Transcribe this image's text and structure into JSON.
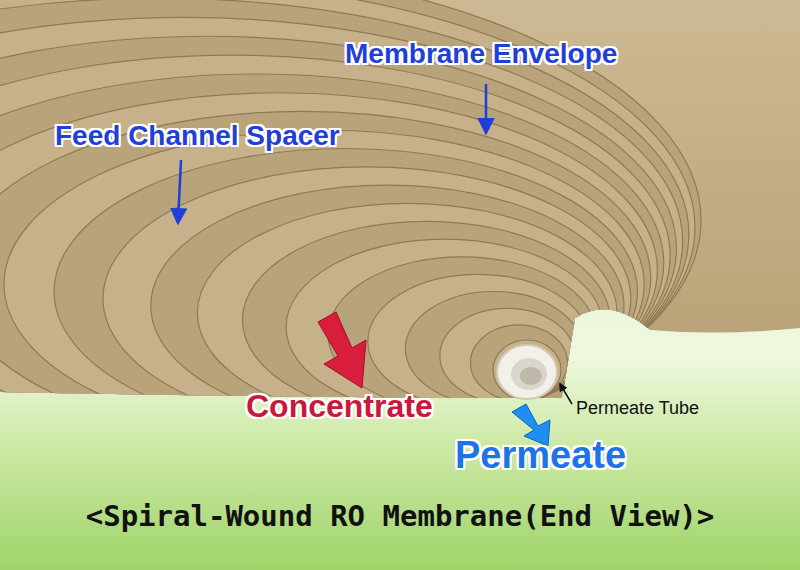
{
  "diagram": {
    "caption": "<Spiral-Wound RO Membrane(End View)>",
    "labels": [
      "Membrane Envelope",
      "Feed Channel Spacer",
      "Concentrate",
      "Permeate Tube",
      "Permeate"
    ]
  }
}
